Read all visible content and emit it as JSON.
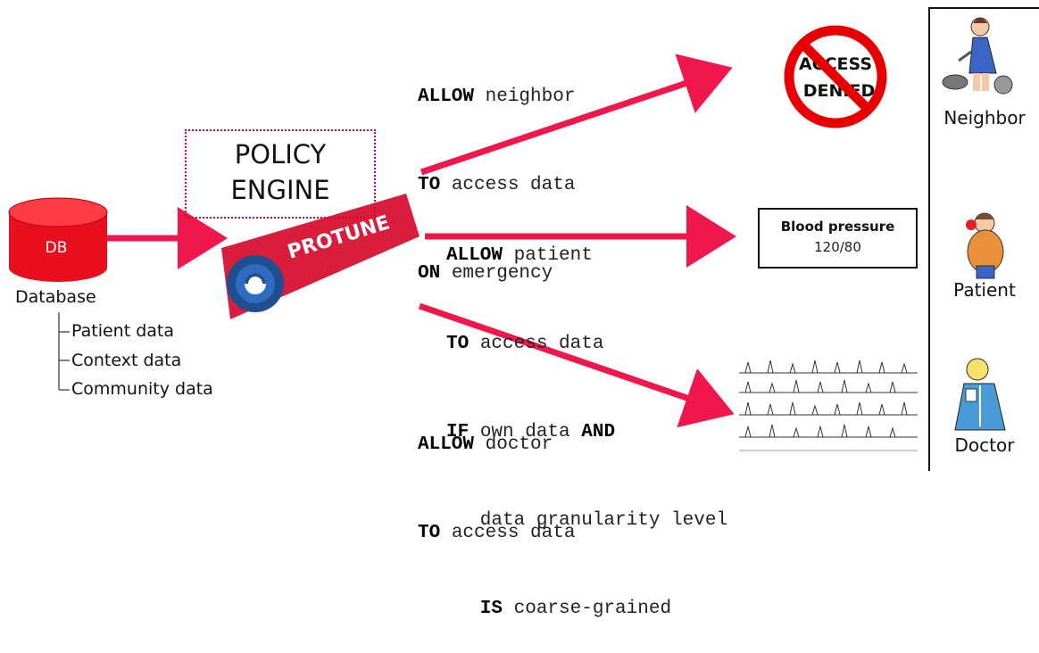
{
  "database": {
    "cylinder_label": "DB",
    "title": "Database",
    "children": [
      "Patient data",
      "Context data",
      "Community data"
    ]
  },
  "policy_engine": {
    "line1": "POLICY",
    "line2": "ENGINE",
    "logo_text": "PROTUNE"
  },
  "policies": {
    "neighbor": [
      {
        "kw": "ALLOW",
        "rest": " neighbor"
      },
      {
        "kw": "TO",
        "rest": " access data"
      },
      {
        "kw": "ON",
        "rest": " emergency"
      }
    ],
    "patient": [
      {
        "kw": "ALLOW",
        "rest": " patient"
      },
      {
        "kw": "TO",
        "rest": " access data"
      },
      {
        "kw": "IF",
        "rest": " own data ",
        "kw2": "AND"
      },
      {
        "kw": "",
        "rest": "   data granularity level"
      },
      {
        "kw": "   IS",
        "rest": " coarse-grained"
      }
    ],
    "doctor": [
      {
        "kw": "ALLOW",
        "rest": " doctor"
      },
      {
        "kw": "TO",
        "rest": " access data"
      }
    ]
  },
  "access_denied": {
    "line1": "ACCESS",
    "line2": "DENIED"
  },
  "blood_pressure": {
    "title": "Blood pressure",
    "value": "120/80"
  },
  "roles": {
    "neighbor": "Neighbor",
    "patient": "Patient",
    "doctor": "Doctor"
  },
  "colors": {
    "arrow": "#f0174d",
    "db_red": "#e8101f",
    "deny_red": "#e60000",
    "logo_red": "#d81e3c",
    "logo_blue": "#1f4f8f"
  },
  "icons": [
    "database-cylinder-icon",
    "protune-logo-icon",
    "access-denied-sign-icon",
    "ecg-strip-icon",
    "neighbor-figure-icon",
    "patient-figure-icon",
    "doctor-figure-icon"
  ]
}
